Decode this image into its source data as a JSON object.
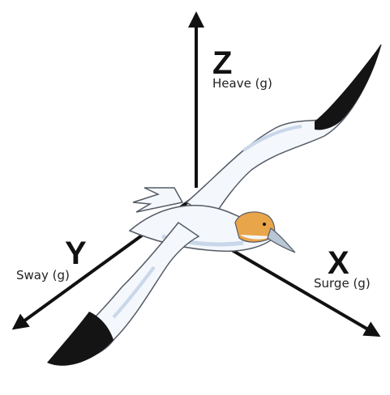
{
  "axes": {
    "z": {
      "letter": "Z",
      "label": "Heave (g)"
    },
    "y": {
      "letter": "Y",
      "label": "Sway (g)"
    },
    "x": {
      "letter": "X",
      "label": "Surge (g)"
    }
  },
  "colors": {
    "axis": "#111111",
    "wing_tip": "#141414",
    "body": "#f4f7fb",
    "body_shadow": "#c9d7ea",
    "head": "#e9a54a",
    "beak": "#b9c7d4"
  },
  "icons": [
    "gannet-bird-illustration"
  ]
}
